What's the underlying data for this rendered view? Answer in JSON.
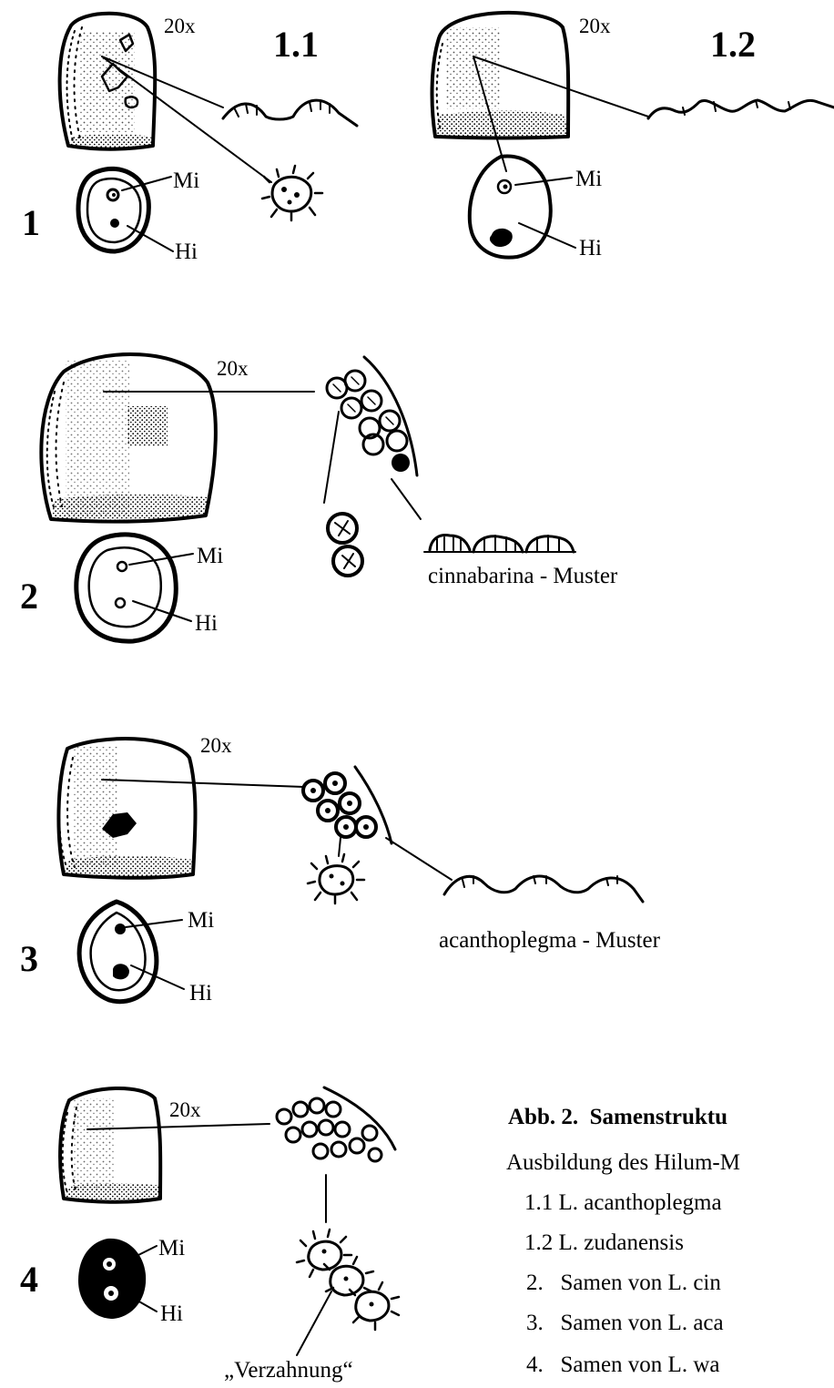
{
  "panels": {
    "p1": {
      "number": "1",
      "magnification": "20x",
      "sub1": {
        "label": "1.1",
        "magnification": "20x",
        "mi": "Mi",
        "hi": "Hi"
      },
      "sub2": {
        "label": "1.2",
        "magnification": "20x",
        "mi": "Mi",
        "hi": "Hi"
      }
    },
    "p2": {
      "number": "2",
      "magnification": "20x",
      "mi": "Mi",
      "hi": "Hi",
      "pattern": "cinnabarina - Muster"
    },
    "p3": {
      "number": "3",
      "magnification": "20x",
      "mi": "Mi",
      "hi": "Hi",
      "pattern": "acanthoplegma - Muster"
    },
    "p4": {
      "number": "4",
      "magnification": "20x",
      "mi": "Mi",
      "hi": "Hi",
      "pattern": "„Verzahnung“"
    }
  },
  "caption": {
    "title": "Abb. 2.  Samenstruktu",
    "lines": [
      "Ausbildung des Hilum-M",
      "1.1 L. acanthoplegma",
      "1.2 L. zudanensis",
      "2.   Samen von L. cin",
      "3.   Samen von L. aca",
      "4.   Samen von L. wa"
    ]
  }
}
